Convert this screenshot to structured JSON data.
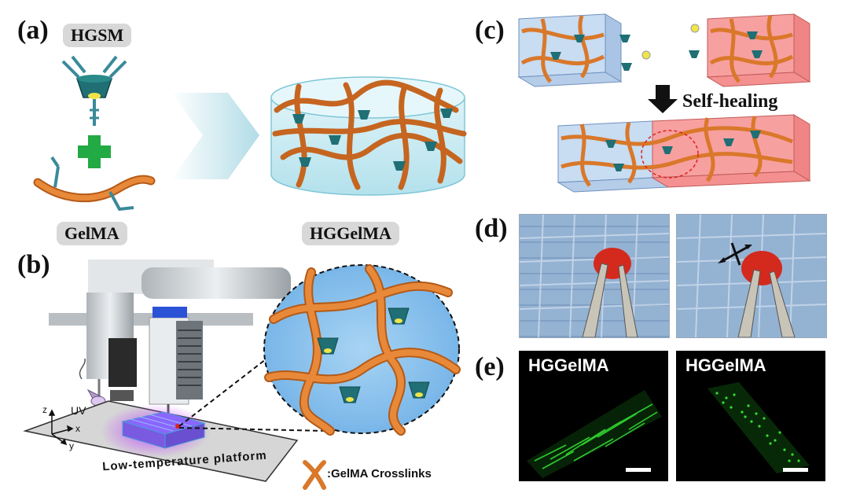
{
  "panels": {
    "a": "(a)",
    "b": "(b)",
    "c": "(c)",
    "d": "(d)",
    "e": "(e)"
  },
  "panel_a": {
    "monomer_label": "HGSM",
    "polymer_label": "GelMA",
    "product_label": "HGGelMA"
  },
  "panel_b": {
    "uv_label": "UV",
    "axis_z": "z",
    "axis_x": "x",
    "axis_y": "y",
    "platform_label": "Low-temperature platform",
    "legend_label": ":GelMA Crosslinks"
  },
  "panel_c": {
    "process_label": "Self-healing"
  },
  "panel_e": {
    "left_title": "HGGelMA",
    "right_title": "HGGelMA"
  },
  "colors": {
    "fiber": "#d9782a",
    "host": "#1f7a7a",
    "guest": "#f0e44a",
    "gel_blue": "#bfe4f0",
    "gel_red": "#f08a8a",
    "plus": "#22aa44",
    "fluorescence": "#33dd33"
  }
}
